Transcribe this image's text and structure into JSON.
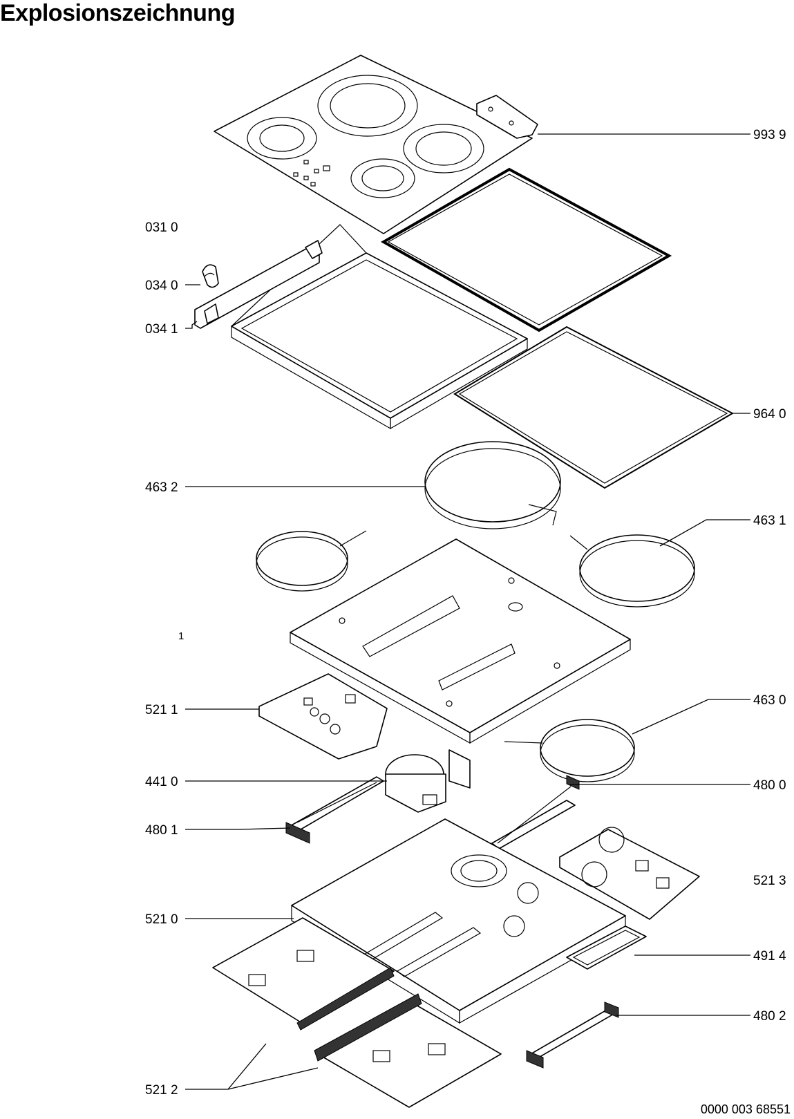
{
  "title": "Explosionszeichnung",
  "drawing_number": "0000 003 68551",
  "labels": {
    "l9939": "993 9",
    "l0310": "031 0",
    "l0340": "034 0",
    "l0341": "034 1",
    "l9640": "964 0",
    "l4632": "463 2",
    "l4631": "463 1",
    "l1": "1",
    "l5211": "521 1",
    "l4630": "463 0",
    "l4410": "441 0",
    "l4800": "480 0",
    "l4801": "480 1",
    "l5213": "521 3",
    "l5210": "521 0",
    "l4914": "491 4",
    "l4802": "480 2",
    "l5212": "521 2"
  }
}
